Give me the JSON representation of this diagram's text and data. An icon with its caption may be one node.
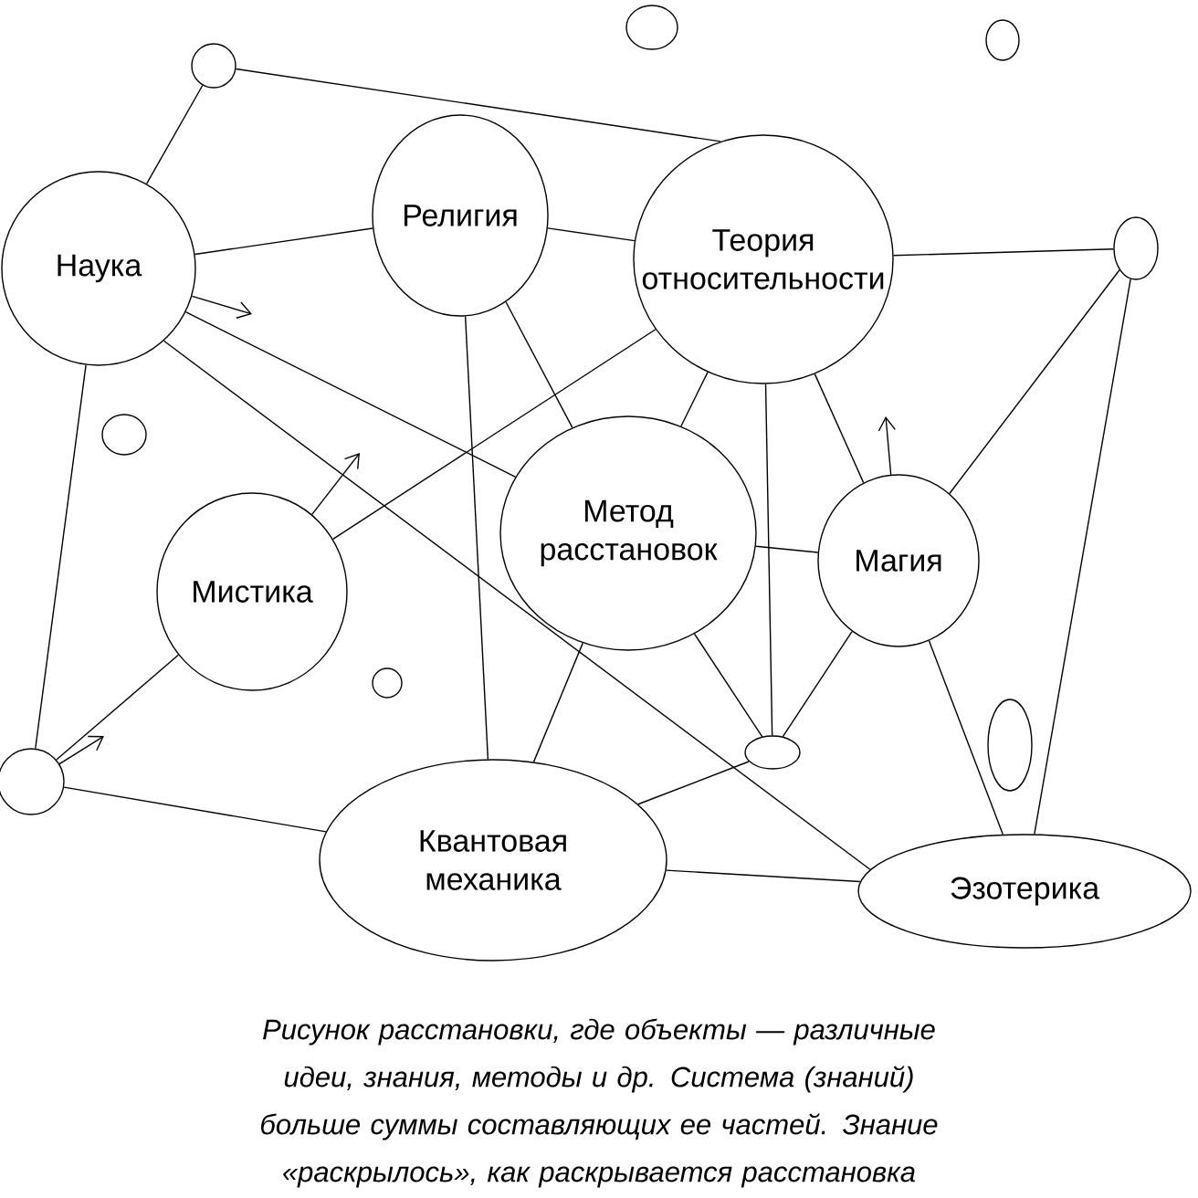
{
  "diagram": {
    "caption": "*Рисунок расстановки, где объекты — различные идеи, знания, методы и др. Система (знаний) больше суммы составляющих ее частей. Знание «раскрылось», как раскрывается расстановка*",
    "nodes": [
      {
        "text": [],
        "shape": "circle"
      },
      {
        "text": [],
        "shape": "circle"
      },
      {
        "text": [],
        "shape": "circle"
      },
      {
        "text": [
          "Религия"
        ]
      },
      {
        "text": [
          "Наука"
        ]
      },
      {
        "text": [
          "Теория относительности"
        ]
      },
      {
        "text": [],
        "shape": "circle"
      },
      {
        "text": [],
        "shape": "circle"
      },
      {
        "text": [
          "Метод расстановок"
        ]
      },
      {
        "text": [
          "Мистика"
        ]
      },
      {
        "text": [
          "Магия"
        ]
      },
      {
        "text": [],
        "shape": "circle"
      },
      {
        "text": [],
        "shape": "circle"
      },
      {
        "text": [],
        "shape": "circle"
      },
      {
        "text": [],
        "shape": "circle"
      },
      {
        "text": [
          "Квантовая механика"
        ]
      },
      {
        "text": [
          "Эзотерика"
        ]
      }
    ],
    "edges": [
      {
        "from": 2,
        "to": 4,
        "arrow": "none"
      },
      {
        "from": 2,
        "to": 5,
        "arrow": "none"
      },
      {
        "from": 4,
        "to": 3,
        "arrow": "none"
      },
      {
        "from": 4,
        "to": null,
        "arrow": "to"
      },
      {
        "from": 4,
        "to": 8,
        "arrow": "none"
      },
      {
        "from": 4,
        "to": 16,
        "arrow": "none"
      },
      {
        "from": 4,
        "to": 14,
        "arrow": "none"
      },
      {
        "from": 3,
        "to": 15,
        "arrow": "none"
      },
      {
        "from": 3,
        "to": 8,
        "arrow": "none"
      },
      {
        "from": 3,
        "to": 5,
        "arrow": "none"
      },
      {
        "from": 9,
        "to": 5,
        "arrow": "none"
      },
      {
        "from": 9,
        "to": null,
        "arrow": "to"
      },
      {
        "from": 9,
        "to": 14,
        "arrow": "none"
      },
      {
        "from": 14,
        "to": null,
        "arrow": "to"
      },
      {
        "from": 14,
        "to": 15,
        "arrow": "none"
      },
      {
        "from": 5,
        "to": 6,
        "arrow": "none"
      },
      {
        "from": 5,
        "to": 8,
        "arrow": "none"
      },
      {
        "from": 5,
        "to": 13,
        "arrow": "none"
      },
      {
        "from": 5,
        "to": 10,
        "arrow": "none"
      },
      {
        "from": 10,
        "to": null,
        "arrow": "to"
      },
      {
        "from": 10,
        "to": 6,
        "arrow": "none"
      },
      {
        "from": 6,
        "to": 16,
        "arrow": "none"
      },
      {
        "from": 8,
        "to": 10,
        "arrow": "none"
      },
      {
        "from": 8,
        "to": 13,
        "arrow": "none"
      },
      {
        "from": 8,
        "to": 15,
        "arrow": "none"
      },
      {
        "from": 10,
        "to": 13,
        "arrow": "none"
      },
      {
        "from": 10,
        "to": 16,
        "arrow": "none"
      },
      {
        "from": 13,
        "to": 15,
        "arrow": "none"
      },
      {
        "from": 15,
        "to": 16,
        "arrow": "none"
      }
    ]
  }
}
